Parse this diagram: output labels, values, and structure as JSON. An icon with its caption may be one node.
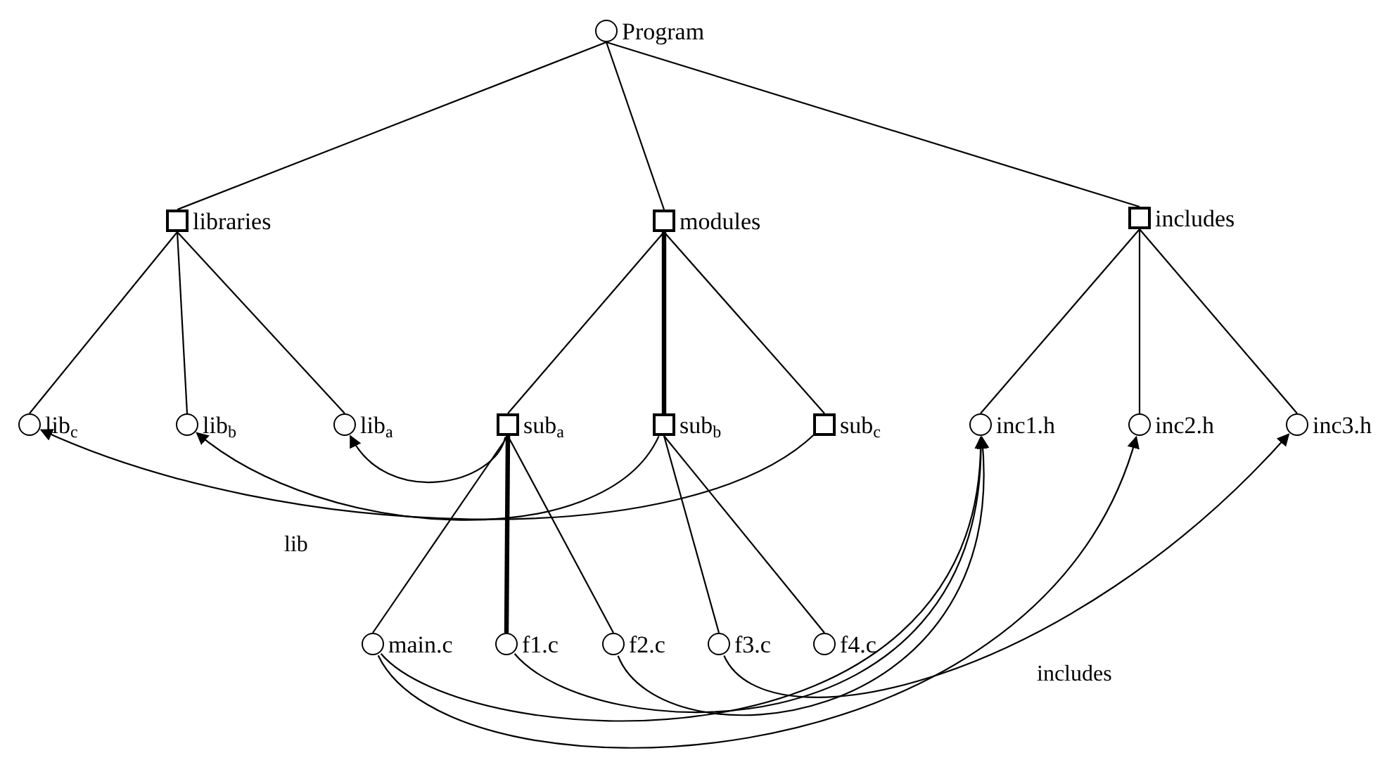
{
  "diagram": {
    "nodes": [
      {
        "text": [
          "Program"
        ]
      },
      {
        "text": [
          "libraries"
        ]
      },
      {
        "text": [
          "modules"
        ]
      },
      {
        "text": [
          "includes"
        ]
      },
      {
        "text": [
          "lib$_{c}$"
        ]
      },
      {
        "text": [
          "lib$_{b}$"
        ]
      },
      {
        "text": [
          "lib$_{a}$"
        ]
      },
      {
        "text": [
          "sub$_{a}$"
        ]
      },
      {
        "text": [
          "sub$_{b}$"
        ]
      },
      {
        "text": [
          "sub$_{c}$"
        ]
      },
      {
        "text": [
          "inc1.h"
        ]
      },
      {
        "text": [
          "inc2.h"
        ]
      },
      {
        "text": [
          "inc3.h"
        ]
      },
      {
        "text": [
          "main.c"
        ]
      },
      {
        "text": [
          "f1.c"
        ]
      },
      {
        "text": [
          "f2.c"
        ]
      },
      {
        "text": [
          "f3.c"
        ]
      },
      {
        "text": [
          "f4.c"
        ]
      }
    ],
    "edges": [
      {
        "from": 0,
        "to": 1,
        "arrow": "none"
      },
      {
        "from": 0,
        "to": 2,
        "arrow": "none"
      },
      {
        "from": 0,
        "to": 3,
        "arrow": "none"
      },
      {
        "from": 1,
        "to": 4,
        "arrow": "none"
      },
      {
        "from": 1,
        "to": 5,
        "arrow": "none"
      },
      {
        "from": 1,
        "to": 6,
        "arrow": "none"
      },
      {
        "from": 2,
        "to": 7,
        "arrow": "none"
      },
      {
        "from": 2,
        "to": 8,
        "arrow": "none",
        "style": "thick"
      },
      {
        "from": 2,
        "to": 9,
        "arrow": "none"
      },
      {
        "from": 3,
        "to": 10,
        "arrow": "none"
      },
      {
        "from": 3,
        "to": 11,
        "arrow": "none"
      },
      {
        "from": 3,
        "to": 12,
        "arrow": "none"
      },
      {
        "from": 7,
        "to": 13,
        "arrow": "none"
      },
      {
        "from": 7,
        "to": 14,
        "arrow": "none",
        "style": "thick"
      },
      {
        "from": 7,
        "to": 15,
        "arrow": "none"
      },
      {
        "from": 8,
        "to": 16,
        "arrow": "none"
      },
      {
        "from": 8,
        "to": 17,
        "arrow": "none"
      },
      {
        "from": 7,
        "to": 6,
        "arrow": "to"
      },
      {
        "from": 8,
        "to": 5,
        "arrow": "to"
      },
      {
        "from": 9,
        "to": 4,
        "arrow": "to",
        "label": "lib"
      },
      {
        "from": 13,
        "to": 10,
        "arrow": "to"
      },
      {
        "from": 14,
        "to": 10,
        "arrow": "to"
      },
      {
        "from": 15,
        "to": 10,
        "arrow": "to"
      },
      {
        "from": 13,
        "to": 11,
        "arrow": "to"
      },
      {
        "from": 16,
        "to": 12,
        "arrow": "to",
        "label": "includes"
      }
    ]
  }
}
